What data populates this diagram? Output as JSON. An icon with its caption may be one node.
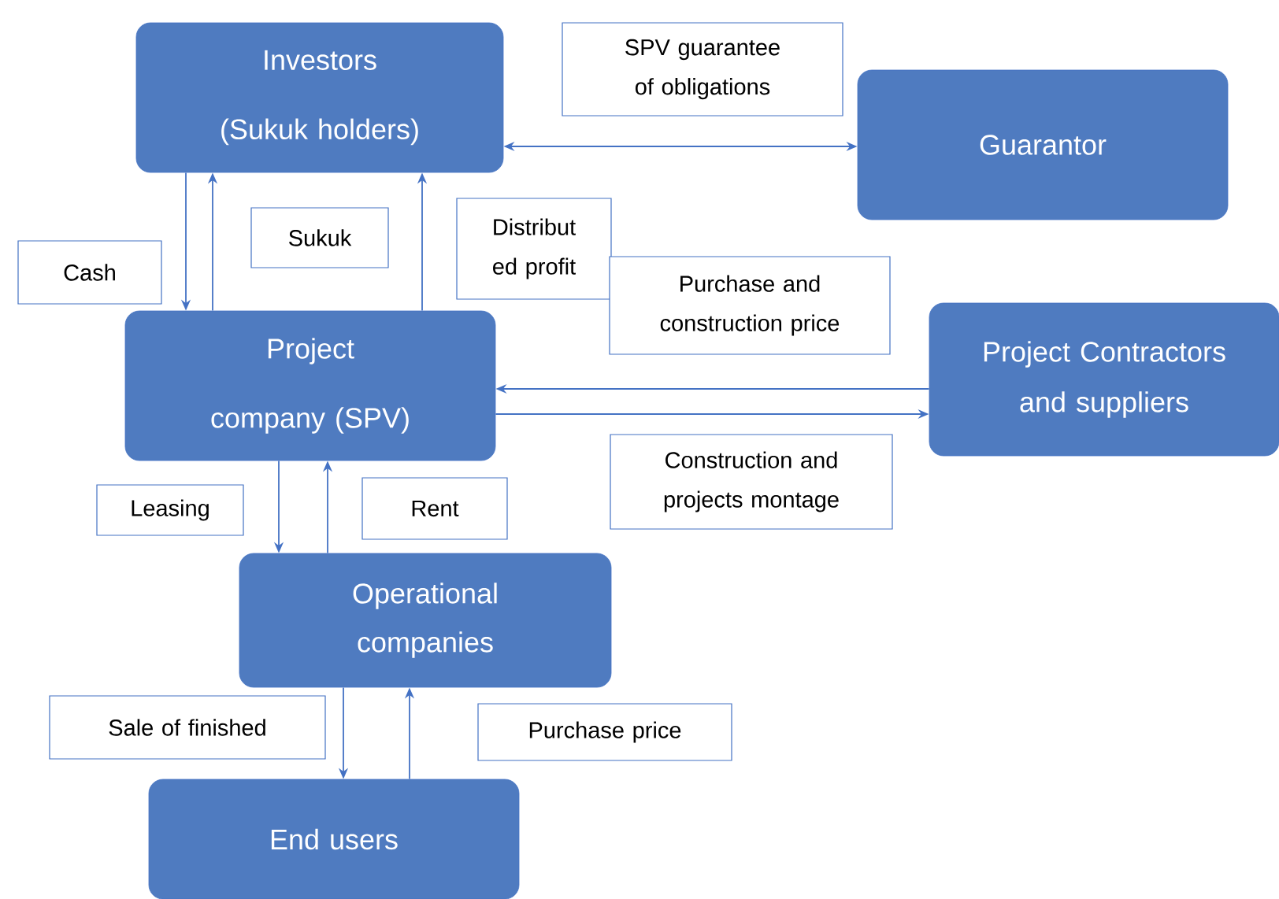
{
  "diagram": {
    "nodes": [
      {
        "text": [
          "Investors (Sukuk holders)"
        ]
      },
      {
        "text": [
          "Guarantor"
        ]
      },
      {
        "text": [
          "Project company (SPV)"
        ]
      },
      {
        "text": [
          "Project Contractors and suppliers"
        ]
      },
      {
        "text": [
          "Operational companies"
        ]
      },
      {
        "text": [
          "End users"
        ]
      },
      {
        "text": [
          "SPV guarantee of obligations"
        ]
      },
      {
        "text": [
          "Cash"
        ]
      },
      {
        "text": [
          "Sukuk"
        ]
      },
      {
        "text": [
          "Distribut ed profit"
        ]
      },
      {
        "text": [
          "Purchase and construction price"
        ]
      },
      {
        "text": [
          "Construction and projects montage"
        ]
      },
      {
        "text": [
          "Leasing"
        ]
      },
      {
        "text": [
          "Rent"
        ]
      },
      {
        "text": [
          "Sale of finished"
        ]
      },
      {
        "text": [
          "Purchase price"
        ]
      }
    ],
    "edges": [
      {
        "from": 0,
        "to": 1,
        "arrow": "both"
      },
      {
        "from": 0,
        "to": 2,
        "arrow": "to"
      },
      {
        "from": 2,
        "to": 0,
        "arrow": "to"
      },
      {
        "from": 2,
        "to": 0,
        "arrow": "to"
      },
      {
        "from": 3,
        "to": 2,
        "arrow": "to"
      },
      {
        "from": 2,
        "to": 3,
        "arrow": "to"
      },
      {
        "from": 2,
        "to": 4,
        "arrow": "to"
      },
      {
        "from": 4,
        "to": 2,
        "arrow": "to"
      },
      {
        "from": 4,
        "to": 5,
        "arrow": "to"
      },
      {
        "from": 5,
        "to": 4,
        "arrow": "to"
      }
    ]
  }
}
